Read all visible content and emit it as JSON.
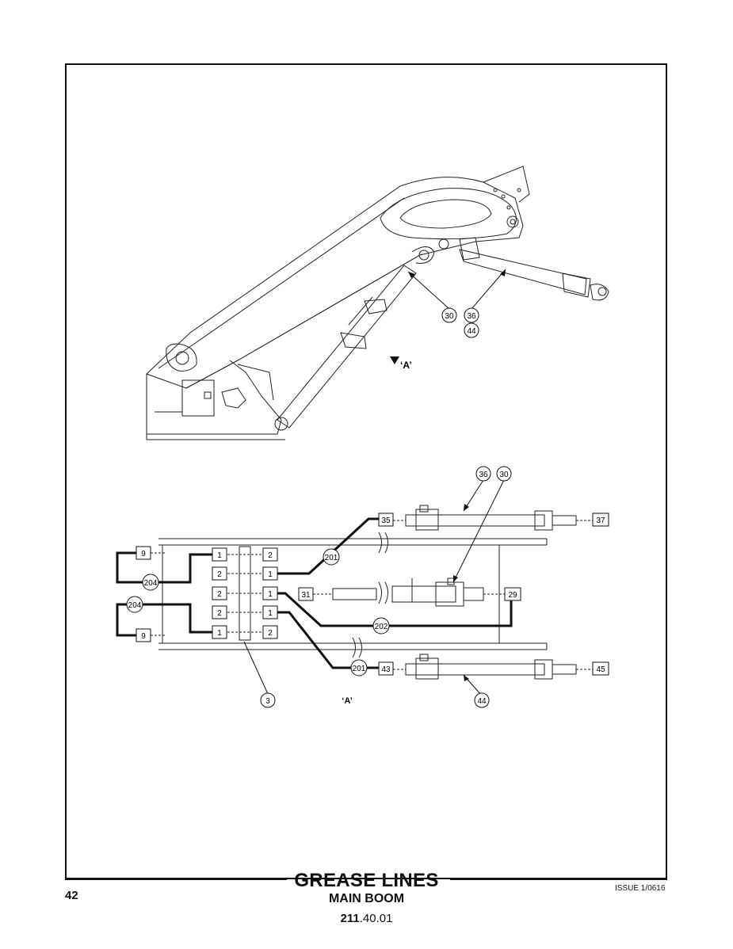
{
  "page_number": "42",
  "issue": "ISSUE 1/0616",
  "title": "GREASE LINES",
  "subtitle": "MAIN BOOM",
  "code_bold": "211",
  "code_rest": ".40.01",
  "view_marker_top": "‘A’",
  "view_label_bottom": "‘A’",
  "callouts": {
    "c30_top": "30",
    "c36_top": "36",
    "c44_top": "44",
    "c36_plan": "36",
    "c30_plan": "30",
    "c201_a": "201",
    "c201_b": "201",
    "c202": "202",
    "c204_a": "204",
    "c204_b": "204",
    "c3": "3",
    "c44_plan": "44"
  },
  "boxes": {
    "b9_top": "9",
    "b9_bot": "9",
    "b35": "35",
    "b37": "37",
    "b31": "31",
    "b29": "29",
    "b43": "43",
    "b45": "45",
    "left_col": [
      "1",
      "2",
      "2",
      "2",
      "1"
    ],
    "right_col": [
      "2",
      "1",
      "1",
      "1",
      "2"
    ]
  }
}
